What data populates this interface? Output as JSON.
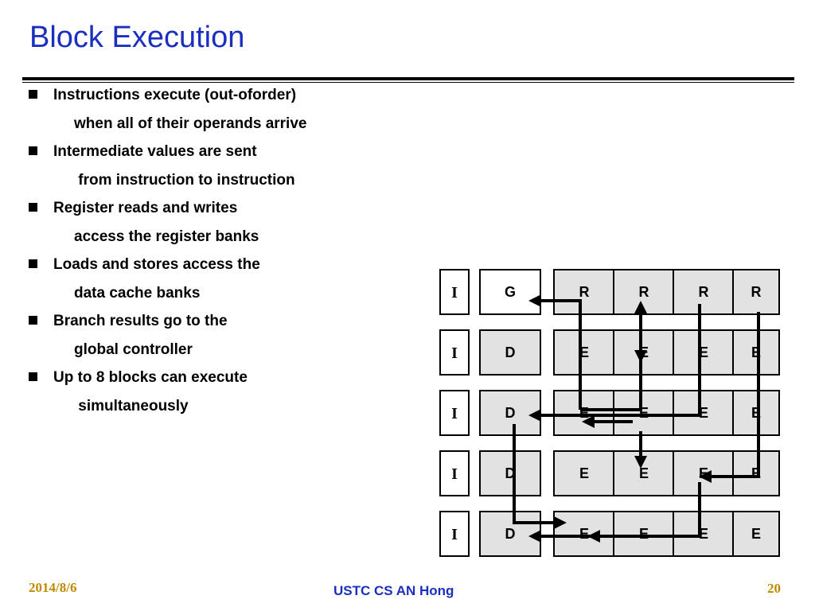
{
  "slide": {
    "title": "Block Execution",
    "bullets": [
      {
        "text": "Instructions execute (out-oforder)",
        "continuation": "when all of their operands arrive"
      },
      {
        "text": "Intermediate values are sent",
        "continuation": " from instruction to instruction"
      },
      {
        "text": "Register reads and writes",
        "continuation": "access the register banks"
      },
      {
        "text": "Loads and stores access the",
        "continuation": "data cache banks"
      },
      {
        "text": "Branch results go to the",
        "continuation": "global controller"
      },
      {
        "text": "Up to 8 blocks can execute",
        "continuation": " simultaneously"
      }
    ]
  },
  "diagram": {
    "i_label": "I",
    "rows": [
      [
        "G",
        "R",
        "R",
        "R",
        "R"
      ],
      [
        "D",
        "E",
        "E",
        "E",
        "E"
      ],
      [
        "D",
        "E",
        "E",
        "E",
        "E"
      ],
      [
        "D",
        "E",
        "E",
        "E",
        "E"
      ],
      [
        "D",
        "E",
        "E",
        "E",
        "E"
      ]
    ]
  },
  "footer": {
    "date": "2014/8/6",
    "center": "USTC CS AN Hong",
    "page": "20"
  }
}
